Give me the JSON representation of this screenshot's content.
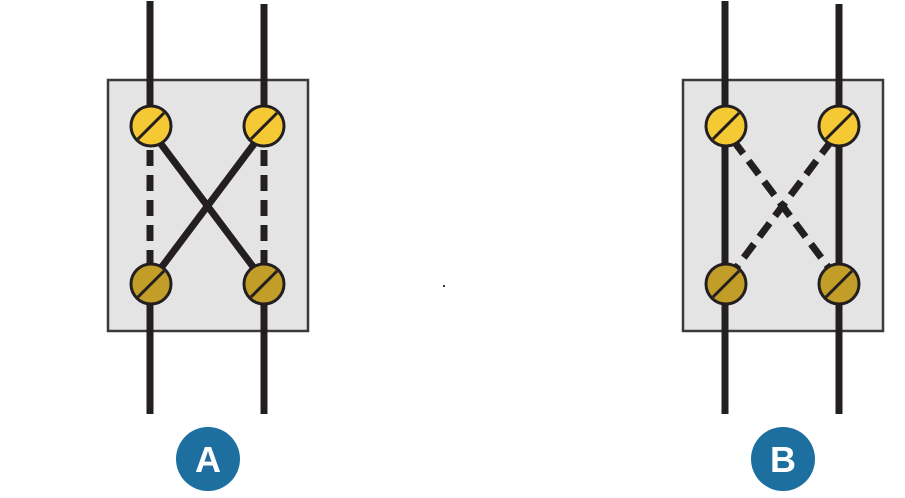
{
  "diagrams": [
    {
      "id": "A",
      "label": "A",
      "description": "Switch with crossed solid jumpers; straight-through paths dashed",
      "straight_paths_style": "dashed",
      "cross_paths_style": "solid"
    },
    {
      "id": "B",
      "label": "B",
      "description": "Switch with straight solid paths; crossed paths dashed",
      "straight_paths_style": "solid",
      "cross_paths_style": "dashed"
    }
  ],
  "colors": {
    "wire": "#231f20",
    "box_fill": "#e4e4e4",
    "box_stroke": "#3a3a3a",
    "screw_top": "#f4c933",
    "screw_bottom": "#c29d28",
    "badge": "#1d6f9f",
    "badge_text": "#ffffff"
  }
}
